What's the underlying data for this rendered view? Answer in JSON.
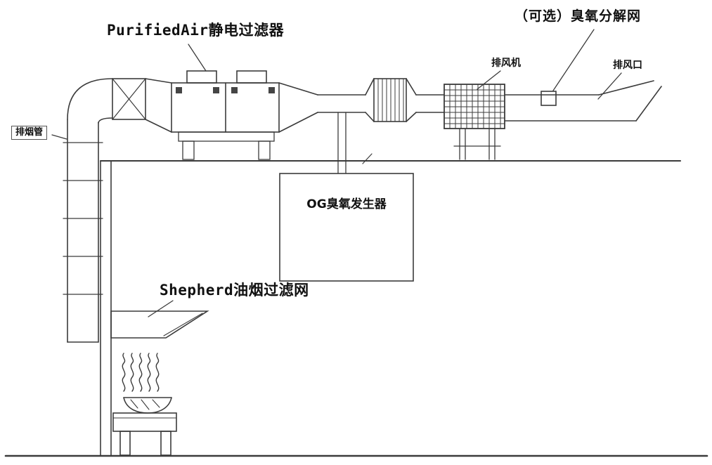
{
  "diagram": {
    "labels": {
      "electrostatic_filter": "PurifiedAir静电过滤器",
      "ozone_decomposition_net": "（可选）臭氧分解网",
      "exhaust_fan": "排风机",
      "exhaust_outlet": "排风口",
      "smoke_exhaust_pipe": "排烟管",
      "ozone_generator": "OG臭氧发生器",
      "grease_filter_net": "Shepherd油烟过滤网"
    },
    "colors": {
      "line": "#3b3b3b",
      "text": "#111111",
      "background": "#ffffff"
    }
  }
}
